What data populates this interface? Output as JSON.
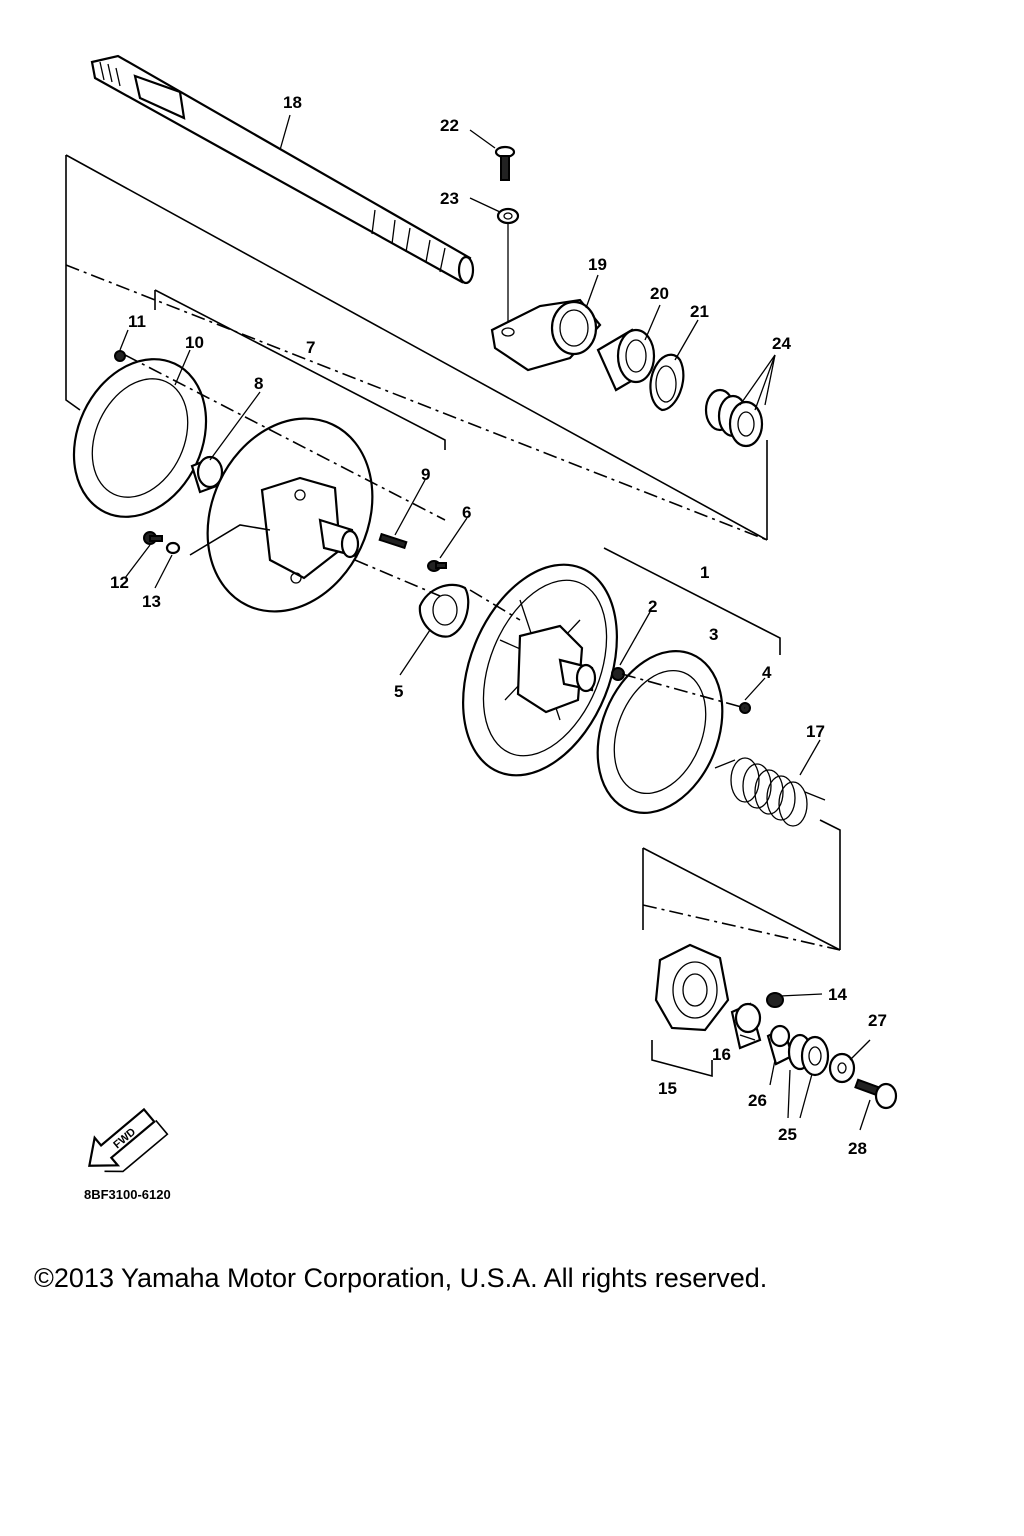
{
  "diagram_code": "8BF3100-6120",
  "fwd_label": "FWD",
  "copyright": "©2013 Yamaha Motor Corporation, U.S.A. All rights reserved.",
  "callouts": [
    "1",
    "2",
    "3",
    "4",
    "5",
    "6",
    "7",
    "8",
    "9",
    "10",
    "11",
    "12",
    "13",
    "14",
    "15",
    "16",
    "17",
    "18",
    "19",
    "20",
    "21",
    "22",
    "23",
    "24",
    "25",
    "26",
    "27",
    "28"
  ]
}
